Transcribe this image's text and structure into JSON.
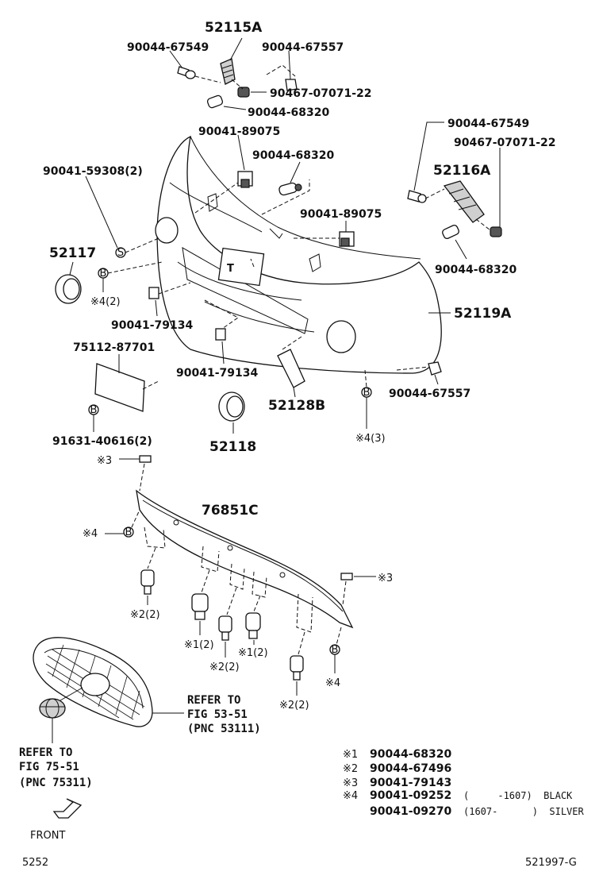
{
  "labels": {
    "l52115a": "52115A",
    "l9004467549_top": "90044-67549",
    "l9004467557_top": "90044-67557",
    "l904670707122_top": "90467-07071-22",
    "l9004468320_top": "90044-68320",
    "l9004189075_a": "90041-89075",
    "l9004468320_mid": "90044-68320",
    "l9004159308": "90041-59308(2)",
    "l9004189075_b": "90041-89075",
    "l9004467549_r": "90044-67549",
    "l904670707122_r": "90467-07071-22",
    "l52116a": "52116A",
    "l9004468320_r": "90044-68320",
    "l52117": "52117",
    "l_x4_2": "※4(2)",
    "l9004179134_a": "90041-79134",
    "l52119a": "52119A",
    "l7511287701": "75112-87701",
    "l9004179134_b": "90041-79134",
    "l9004467557_r": "90044-67557",
    "l52128b": "52128B",
    "l9163140616": "91631-40616(2)",
    "l52118": "52118",
    "l_x4_3": "※4(3)",
    "l_x3_a": "※3",
    "l76851c": "76851C",
    "l_x4_a": "※4",
    "l_x3_b": "※3",
    "l_x2_2a": "※2(2)",
    "l_x1_2a": "※1(2)",
    "l_x1_2b": "※1(2)",
    "l_x2_2b": "※2(2)",
    "l_x4_b": "※4",
    "l_x2_2c": "※2(2)",
    "refer53_1": "REFER TO",
    "refer53_2": "FIG 53-51",
    "refer53_3": "(PNC 53111)",
    "refer75_1": "REFER TO",
    "refer75_2": "FIG 75-51",
    "refer75_3": "(PNC 75311)",
    "front": "FRONT",
    "page_code": "5252",
    "fig_code": "521997-G"
  },
  "legend": [
    {
      "mark": "※1",
      "pn": "90044-68320",
      "note": ""
    },
    {
      "mark": "※2",
      "pn": "90044-67496",
      "note": ""
    },
    {
      "mark": "※3",
      "pn": "90041-79143",
      "note": ""
    },
    {
      "mark": "※4",
      "pn": "90041-09252",
      "note": "(     -1607)  BLACK"
    },
    {
      "mark": "",
      "pn": "90041-09270",
      "note": "(1607-      )  SILVER"
    }
  ],
  "callout_letters": {
    "b": "B",
    "s": "S"
  }
}
